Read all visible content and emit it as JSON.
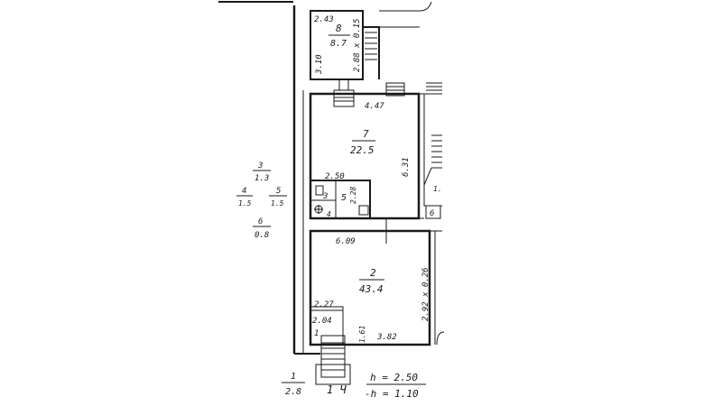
{
  "rooms": {
    "r8": {
      "num": "8",
      "area": "8.7",
      "w": "2.43",
      "h": "3.10",
      "extra": "2.88 x 0.15"
    },
    "r7": {
      "num": "7",
      "area": "22.5",
      "w": "4.47",
      "h": "6.31",
      "sub_w": "2.50",
      "sub_h": "2.28"
    },
    "r5": {
      "num": "5"
    },
    "r3": {
      "num": "3"
    },
    "r4": {
      "num": "4"
    },
    "r6": {
      "num": "6"
    },
    "r2": {
      "num": "2",
      "area": "43.4",
      "w": "6.09",
      "h": "2.92 x 0.26",
      "b1": "2.27",
      "b2": "2.04",
      "b3": "1.61",
      "b4": "3.82",
      "b5": "1"
    },
    "legend": [
      {
        "num": "3",
        "area": "1.3"
      },
      {
        "num": "4",
        "area": "1.5"
      },
      {
        "num": "5",
        "area": "1.5"
      },
      {
        "num": "6",
        "area": "0.8"
      }
    ],
    "r1": {
      "num": "1",
      "area": "2.8"
    },
    "entrance": {
      "label": "1 Ч"
    },
    "heights": {
      "h1": "h = 2.50",
      "h2": "-h = 1.10"
    },
    "edge": {
      "partial": "1.",
      "six": "6"
    }
  }
}
